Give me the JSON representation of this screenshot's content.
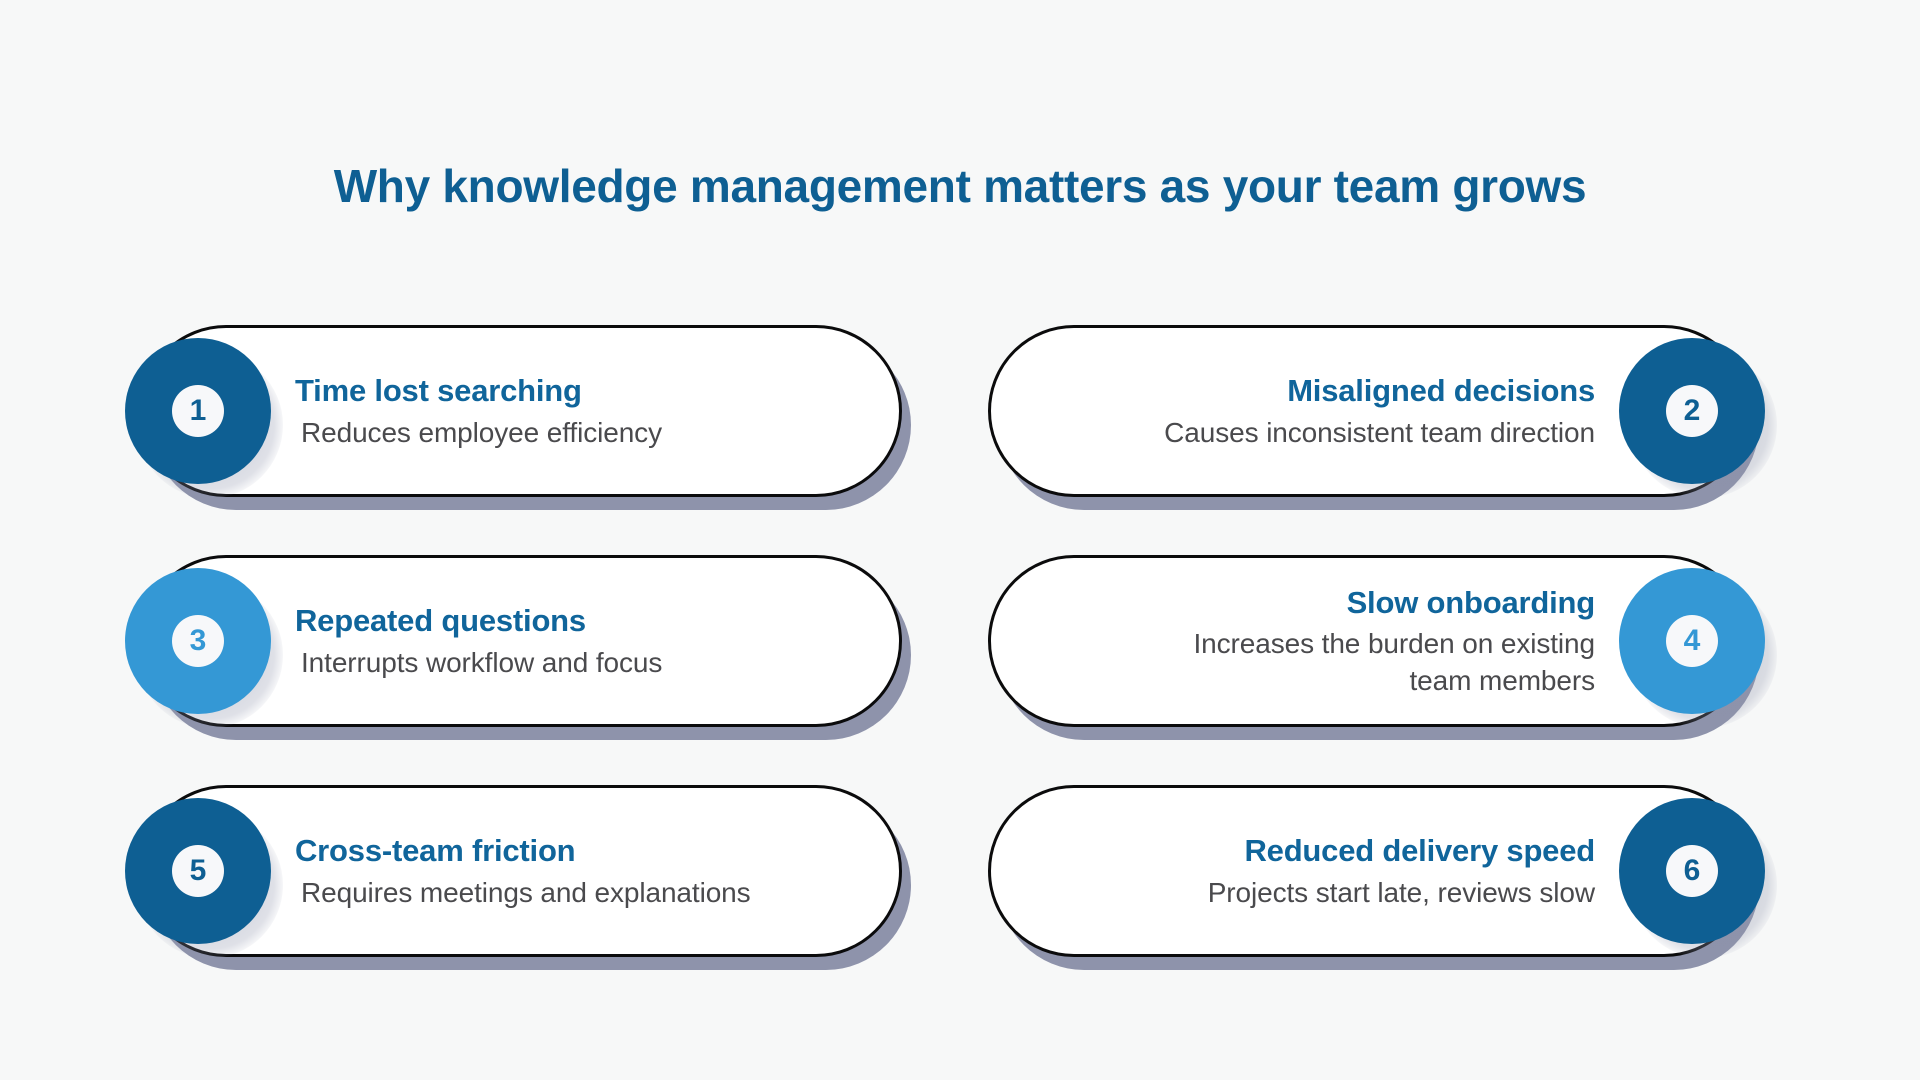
{
  "page": {
    "background_color": "#f7f8f8",
    "title": "Why knowledge management matters as your team grows",
    "title_color": "#0e5f93"
  },
  "theme": {
    "dark_blue": "#0e5f93",
    "light_blue": "#3498d5",
    "heading_color": "#10659b",
    "sub_color": "#4a4a4d",
    "card_border": "#0b0b0c",
    "card_shadow": "#8e93ab",
    "card_fill": "#ffffff"
  },
  "cards": [
    {
      "number": "1",
      "heading": "Time lost searching",
      "sub": "Reduces employee efficiency",
      "badge_color": "#0e5f93",
      "side": "left"
    },
    {
      "number": "2",
      "heading": "Misaligned decisions",
      "sub": "Causes inconsistent team direction",
      "badge_color": "#0e5f93",
      "side": "right"
    },
    {
      "number": "3",
      "heading": "Repeated questions",
      "sub": "Interrupts workflow and focus",
      "badge_color": "#3498d5",
      "side": "left"
    },
    {
      "number": "4",
      "heading": "Slow onboarding",
      "sub": "Increases the burden on existing team members",
      "badge_color": "#3498d5",
      "side": "right"
    },
    {
      "number": "5",
      "heading": "Cross-team friction",
      "sub": "Requires meetings and explanations",
      "badge_color": "#0e5f93",
      "side": "left"
    },
    {
      "number": "6",
      "heading": "Reduced delivery speed",
      "sub": "Projects start late, reviews slow",
      "badge_color": "#0e5f93",
      "side": "right"
    }
  ]
}
